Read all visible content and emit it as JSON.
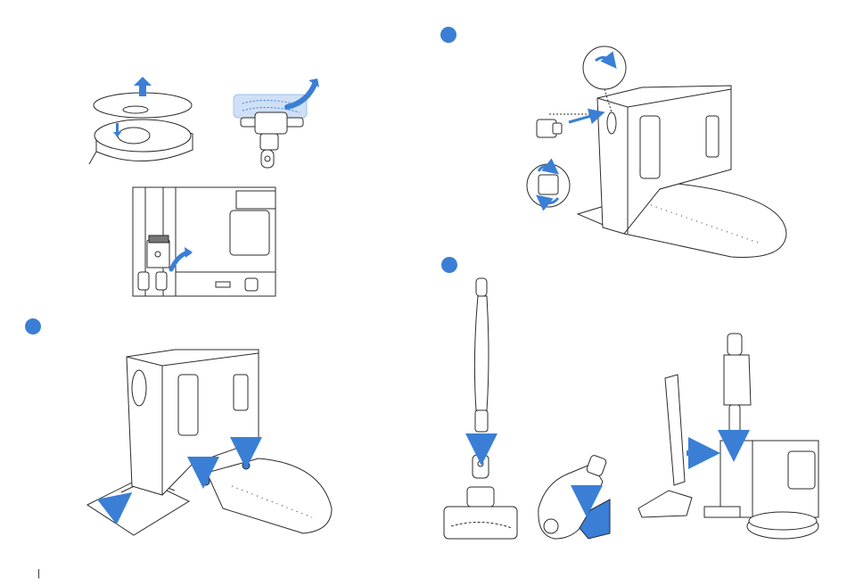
{
  "page": {
    "number": "|"
  },
  "colors": {
    "accent_blue": "#3a7fd5",
    "accent_light": "#9fc0ea",
    "line": "#2b2b2b",
    "base_fill": "#ffffff"
  },
  "steps": [
    {
      "id": "step-1",
      "marker": "step-marker-1"
    },
    {
      "id": "step-2",
      "marker": "step-marker-2"
    },
    {
      "id": "step-3",
      "marker": "step-marker-3"
    }
  ],
  "icons": [
    "arrow-up-icon",
    "arrow-curved-icon",
    "arrow-down-icon",
    "arrow-right-icon",
    "rotate-icon"
  ]
}
